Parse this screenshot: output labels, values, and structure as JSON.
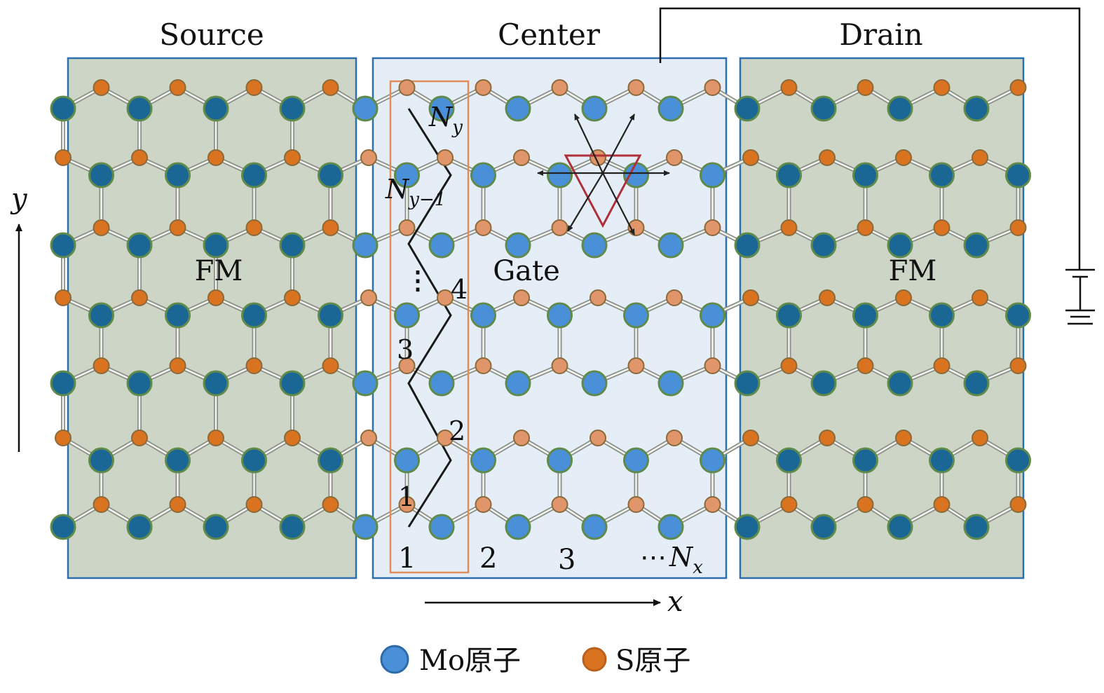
{
  "regions": {
    "source": {
      "title": "Source",
      "label": "FM"
    },
    "center": {
      "title": "Center",
      "label": "Gate"
    },
    "drain": {
      "title": "Drain",
      "label": "FM"
    }
  },
  "axes": {
    "x": "x",
    "y": "y"
  },
  "chain_labels": {
    "top": "N",
    "top_sub": "y",
    "second": "N",
    "second_sub": "y−1",
    "dots": "⋮",
    "n4": "4",
    "n3": "3",
    "n2": "2",
    "n1": "1"
  },
  "column_labels": {
    "c1": "1",
    "c2": "2",
    "c3": "3",
    "cn_prefix": "⋯",
    "cn": "N",
    "cn_sub": "x"
  },
  "legend": {
    "mo": "Mo原子",
    "s": "S原子"
  },
  "colors": {
    "mo_center": "#4a90d9",
    "mo_lead": "#1a6796",
    "s_center": "#e0956a",
    "s_lead": "#d9731f",
    "lead_bg": "#cdd6c6",
    "center_bg": "#e5edf7",
    "box_border": "#2e6fae",
    "unit_cell_border": "#e08d5c",
    "triangle": "#b0303a"
  }
}
